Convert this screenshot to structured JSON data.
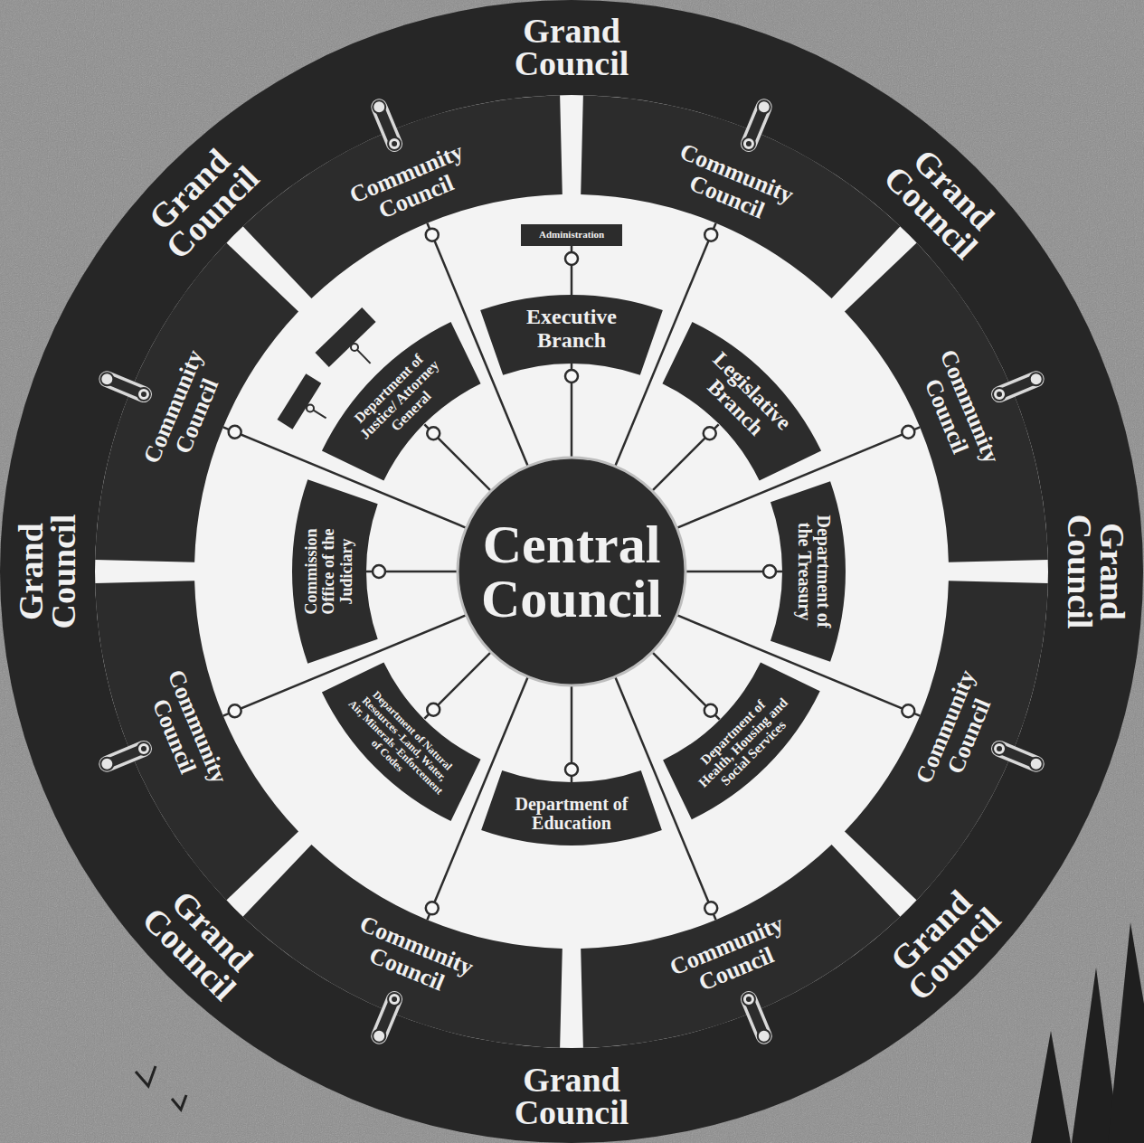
{
  "diagram": {
    "nodes": [
      {
        "text": [
          "Central Council"
        ]
      },
      {
        "text": [
          "Executive Branch"
        ]
      },
      {
        "text": [
          "Administration"
        ]
      },
      {
        "text": [
          "Legislative Branch"
        ]
      },
      {
        "text": [
          "Department of the Treasury"
        ]
      },
      {
        "text": [
          "Department of Health, Housing and Social Services"
        ]
      },
      {
        "text": [
          "Department of Education"
        ]
      },
      {
        "text": [
          "Department of Natural Resources -Land, Water, Air, Minerals -Enforcement of Codes"
        ]
      },
      {
        "text": [
          "Commission Office of the Judiciary"
        ]
      },
      {
        "text": [
          "Department of Justice/ Attorney General"
        ]
      },
      {
        "text": [
          "Community Council"
        ]
      },
      {
        "text": [
          "Community Council"
        ]
      },
      {
        "text": [
          "Community Council"
        ]
      },
      {
        "text": [
          "Community Council"
        ]
      },
      {
        "text": [
          "Community Council"
        ]
      },
      {
        "text": [
          "Community Council"
        ]
      },
      {
        "text": [
          "Community Council"
        ]
      },
      {
        "text": [
          "Community Council"
        ]
      }
    ],
    "edges": [
      {
        "from": 0,
        "to": 1,
        "arrow": "none"
      },
      {
        "from": 1,
        "to": 2,
        "arrow": "none"
      },
      {
        "from": 0,
        "to": 3,
        "arrow": "none"
      },
      {
        "from": 0,
        "to": 4,
        "arrow": "none"
      },
      {
        "from": 0,
        "to": 5,
        "arrow": "none"
      },
      {
        "from": 0,
        "to": 6,
        "arrow": "none"
      },
      {
        "from": 0,
        "to": 7,
        "arrow": "none"
      },
      {
        "from": 0,
        "to": 8,
        "arrow": "none"
      },
      {
        "from": 0,
        "to": 9,
        "arrow": "none"
      },
      {
        "from": 0,
        "to": 10,
        "arrow": "none"
      },
      {
        "from": 0,
        "to": 11,
        "arrow": "none"
      },
      {
        "from": 0,
        "to": 12,
        "arrow": "none"
      },
      {
        "from": 0,
        "to": 13,
        "arrow": "none"
      },
      {
        "from": 0,
        "to": 14,
        "arrow": "none"
      },
      {
        "from": 0,
        "to": 15,
        "arrow": "none"
      },
      {
        "from": 0,
        "to": 16,
        "arrow": "none"
      },
      {
        "from": 0,
        "to": 17,
        "arrow": "none"
      }
    ],
    "labels": [
      "Grand Council",
      "Grand Council",
      "Grand Council",
      "Grand Council",
      "Grand Council",
      "Grand Council",
      "Grand Council",
      "Grand Council"
    ]
  }
}
